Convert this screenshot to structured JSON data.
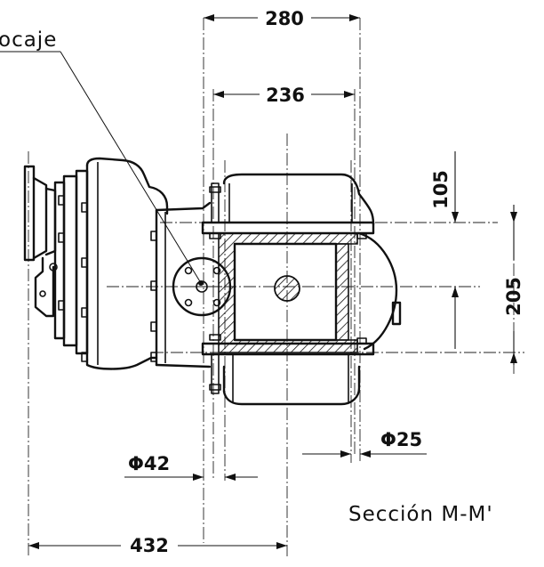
{
  "labels": {
    "callout": "ocaje",
    "section": "Sección M-M'"
  },
  "dimensions": {
    "top_width": "280",
    "inner_width": "236",
    "upper_height": "105",
    "right_height": "205",
    "diameter_right": "Φ25",
    "diameter_left": "Φ42",
    "overall_width": "432"
  }
}
